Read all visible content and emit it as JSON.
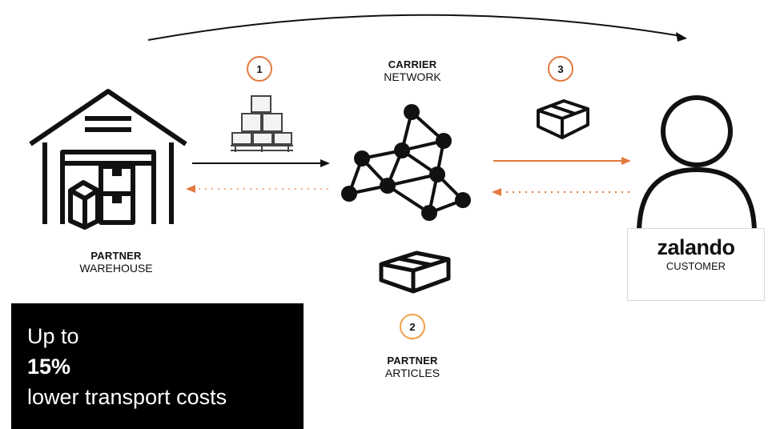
{
  "steps": [
    "1",
    "2",
    "3"
  ],
  "carrier": {
    "title": "CARRIER",
    "subtitle": "NETWORK"
  },
  "warehouse": {
    "title": "PARTNER",
    "subtitle": "WAREHOUSE"
  },
  "articles": {
    "title": "PARTNER",
    "subtitle": "ARTICLES"
  },
  "customer": {
    "brand": "zalando",
    "label": "CUSTOMER"
  },
  "callout": {
    "line1": "Up to",
    "highlight": "15%",
    "line3": "lower transport costs"
  },
  "colors": {
    "accent_orange": "#e27a3f",
    "step_border": "#f0a048",
    "callout_bg": "#000000"
  }
}
